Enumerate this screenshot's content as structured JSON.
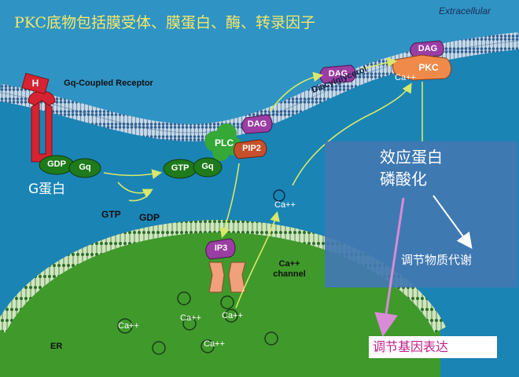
{
  "title": "PKC底物包括膜受体、膜蛋白、酶、转录因子",
  "regions": {
    "extracellular": "Extracellular",
    "er": "ER"
  },
  "receptor": {
    "ligand": "H",
    "name": "Gq-Coupled Receptor"
  },
  "g_protein_label": "G蛋白",
  "molecules": {
    "gdp_bound": "GDP",
    "gq_inactive": "Gq",
    "gtp_bound": "GTP",
    "gq_active": "Gq",
    "plc": "PLC",
    "pip2": "PIP2",
    "dag_membrane": "DAG",
    "dag_upper": "DAG",
    "dag_pkc": "DAG",
    "pkc": "PKC",
    "ip3": "IP3"
  },
  "exchange": {
    "gtp": "GTP",
    "gdp": "GDP"
  },
  "diacylglycerol": "Diacylglycerol",
  "calcium": {
    "ion": "Ca++",
    "channel_label": "Ca++ channel"
  },
  "effects": {
    "effector": "效应蛋白",
    "phosphorylation": "磷酸化",
    "metabolism": "调节物质代谢",
    "gene_expression": "调节基因表达"
  },
  "colors": {
    "cytoplasm": "#1a84b5",
    "er_green": "#3f9a2b",
    "receptor": "#d62331",
    "gq": "#1f7a1c",
    "plc": "#35a838",
    "pip2": "#c7502c",
    "dag": "#9b3ea3",
    "pkc": "#f08a4a",
    "info_box": "#4278b2",
    "gene_text": "#c0208a"
  }
}
